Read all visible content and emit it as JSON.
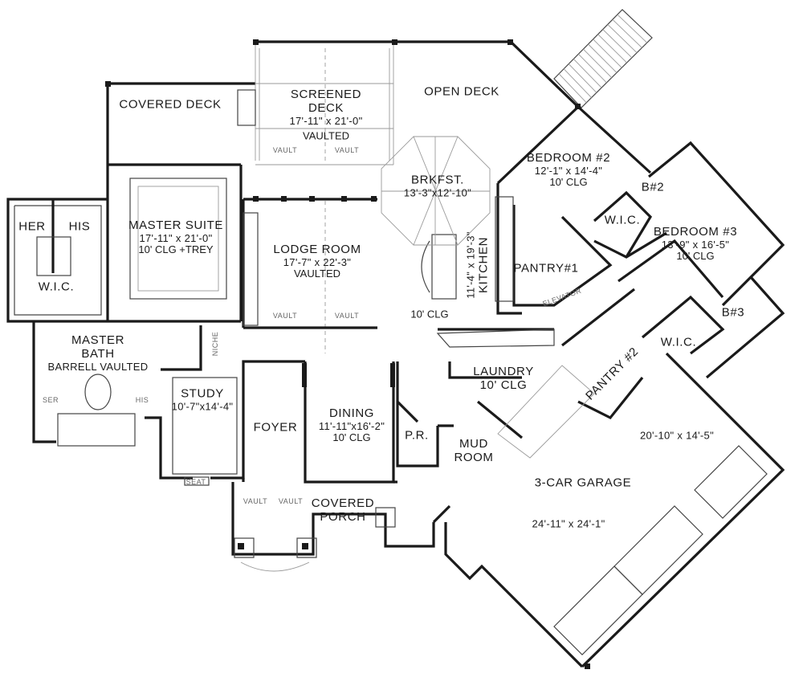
{
  "plan": {
    "rooms": [
      {
        "id": "covered-deck-left",
        "name": "COVERED DECK"
      },
      {
        "id": "screened-deck",
        "name": "SCREENED",
        "name2": "DECK",
        "dims": "17'-11\" x 21'-0\"",
        "note": "VAULTED"
      },
      {
        "id": "open-deck",
        "name": "OPEN DECK"
      },
      {
        "id": "bedroom-2",
        "name": "BEDROOM #2",
        "dims": "12'-1\" x 14'-4\"",
        "note": "10' CLG"
      },
      {
        "id": "bath-2",
        "name": "B#2"
      },
      {
        "id": "wic-2",
        "name": "W.I.C."
      },
      {
        "id": "bedroom-3",
        "name": "BEDROOM #3",
        "dims": "13'-9\" x 16'-5\"",
        "note": "10' CLG"
      },
      {
        "id": "brkfst",
        "name": "BRKFST.",
        "dims": "13'-3\"x12'-10\""
      },
      {
        "id": "master-suite",
        "name": "MASTER SUITE",
        "dims": "17'-11\" x 21'-0\"",
        "note": "10' CLG +TREY"
      },
      {
        "id": "lodge-room",
        "name": "LODGE ROOM",
        "dims": "17'-7\" x 22'-3\"",
        "note": "VAULTED"
      },
      {
        "id": "kitchen",
        "name": "KITCHEN",
        "dims": "11'-4\" x 19'-3\""
      },
      {
        "id": "kitchen-clg",
        "name": "10' CLG"
      },
      {
        "id": "pantry-1",
        "name": "PANTRY#1"
      },
      {
        "id": "elevator",
        "name": "ELEVATOR"
      },
      {
        "id": "wic-master",
        "name": "W.I.C."
      },
      {
        "id": "her",
        "name": "HER"
      },
      {
        "id": "his",
        "name": "HIS"
      },
      {
        "id": "master-bath",
        "name": "MASTER",
        "name2": "BATH",
        "note": "BARRELL VAULTED"
      },
      {
        "id": "niche",
        "name": "NICHE"
      },
      {
        "id": "study",
        "name": "STUDY",
        "dims": "10'-7\"x14'-4\""
      },
      {
        "id": "foyer",
        "name": "FOYER"
      },
      {
        "id": "dining",
        "name": "DINING",
        "dims": "11'-11\"x16'-2\"",
        "note": "10' CLG"
      },
      {
        "id": "laundry",
        "name": "LAUNDRY",
        "note": "10' CLG"
      },
      {
        "id": "pantry-2",
        "name": "PANTRY #2"
      },
      {
        "id": "bath-3",
        "name": "B#3"
      },
      {
        "id": "wic-3",
        "name": "W.I.C."
      },
      {
        "id": "pr",
        "name": "P.R."
      },
      {
        "id": "mud-room",
        "name": "MUD",
        "name2": "ROOM"
      },
      {
        "id": "garage-bay",
        "dims": "20'-10\" x 14'-5\""
      },
      {
        "id": "garage",
        "name": "3-CAR GARAGE",
        "dims": "24'-11\" x 24'-1\""
      },
      {
        "id": "covered-porch",
        "name": "COVERED",
        "name2": "PORCH"
      }
    ],
    "notes": {
      "vault_left": "VAULT",
      "vault_right": "VAULT",
      "seat": "SEAT",
      "ser": "SER",
      "his_small": "HIS"
    }
  }
}
